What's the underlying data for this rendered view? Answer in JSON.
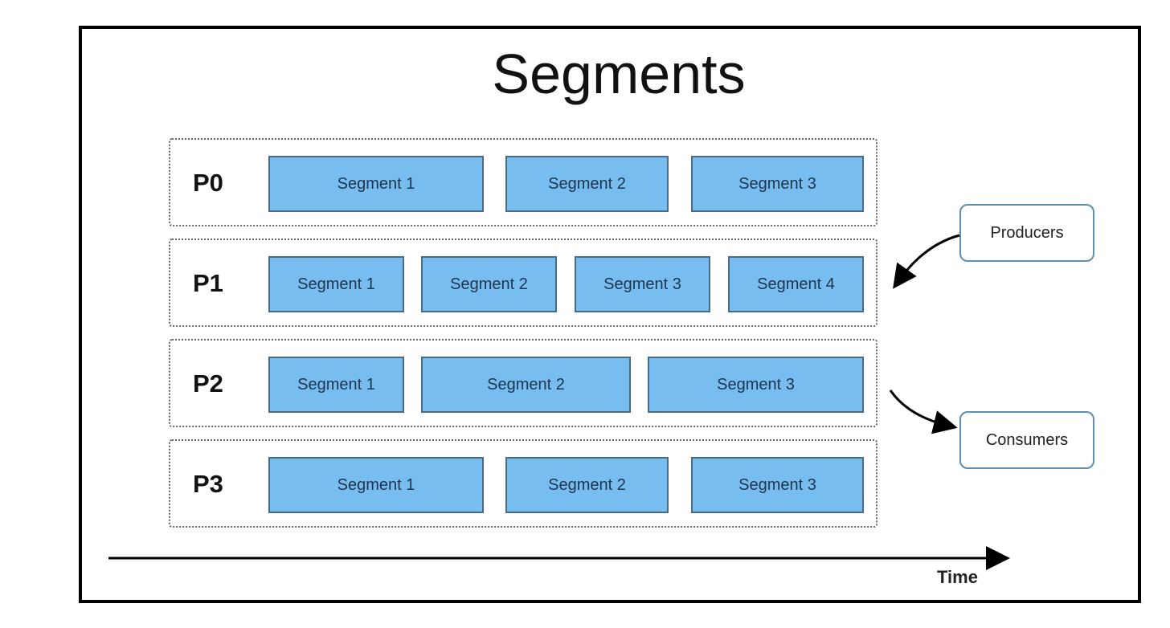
{
  "title": "Segments",
  "partitions": [
    {
      "label": "P0",
      "segments": [
        "Segment 1",
        "Segment 2",
        "Segment 3"
      ]
    },
    {
      "label": "P1",
      "segments": [
        "Segment 1",
        "Segment 2",
        "Segment 3",
        "Segment 4"
      ]
    },
    {
      "label": "P2",
      "segments": [
        "Segment 1",
        "Segment 2",
        "Segment 3"
      ]
    },
    {
      "label": "P3",
      "segments": [
        "Segment 1",
        "Segment 2",
        "Segment 3"
      ]
    }
  ],
  "producers_label": "Producers",
  "consumers_label": "Consumers",
  "time_label": "Time",
  "colors": {
    "segment_fill": "#77bdef",
    "segment_border": "#4a6b85",
    "side_box_border": "#5f8fae"
  }
}
